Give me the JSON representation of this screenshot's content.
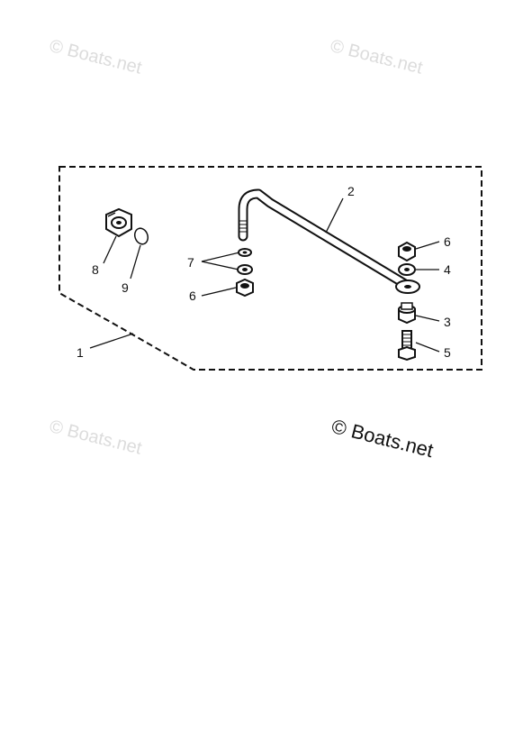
{
  "watermark": {
    "text": "© Boats.net",
    "color_faint": "#dcdcdc",
    "color_dark": "#111111"
  },
  "callouts": {
    "c1": "1",
    "c2": "2",
    "c3": "3",
    "c4": "4",
    "c5": "5",
    "c6_upper": "6",
    "c6_lower": "6",
    "c7": "7",
    "c8": "8",
    "c9": "9"
  },
  "colors": {
    "ink": "#111111",
    "background": "#ffffff"
  }
}
